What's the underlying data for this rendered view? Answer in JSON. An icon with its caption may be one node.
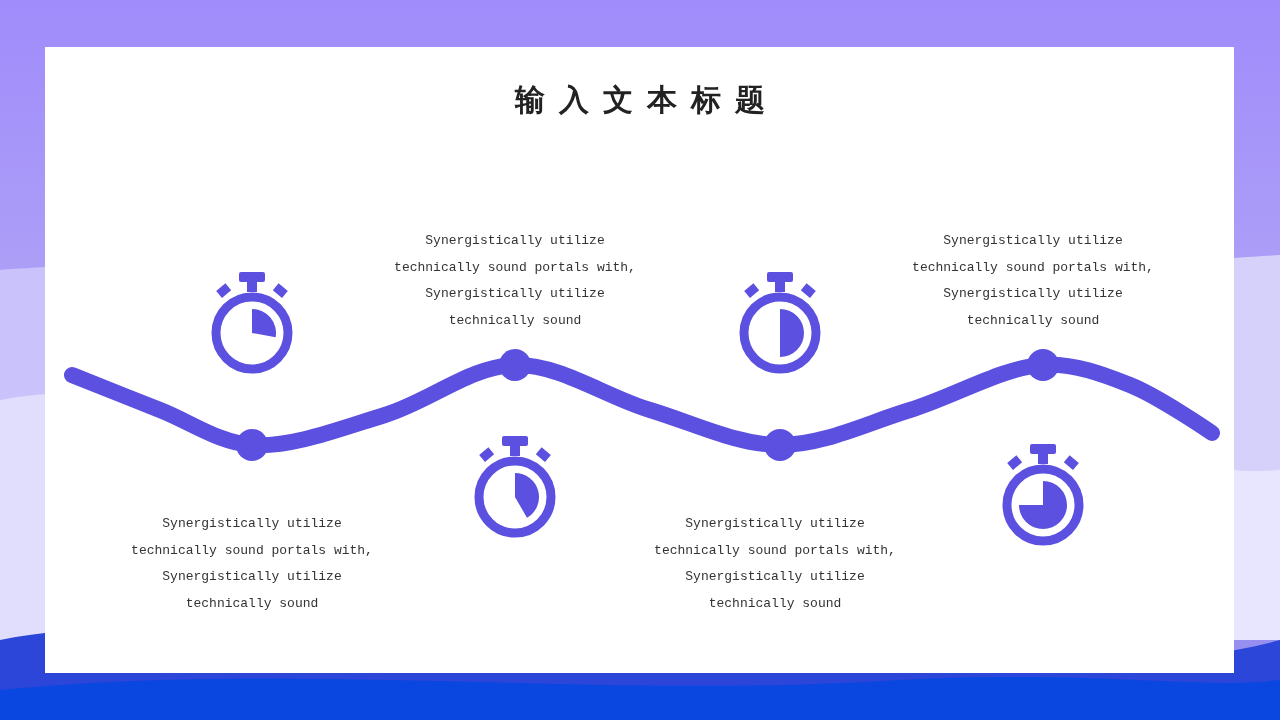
{
  "diagram": {
    "title": "输入文本标题",
    "labels": [
      "Synergistically utilize technically sound portals with, Synergistically utilize technically sound",
      "Synergistically utilize technically sound portals with, Synergistically utilize technically sound",
      "Synergistically utilize technically sound portals with, Synergistically utilize technically sound",
      "Synergistically utilize technically sound portals with, Synergistically utilize technically sound"
    ]
  }
}
